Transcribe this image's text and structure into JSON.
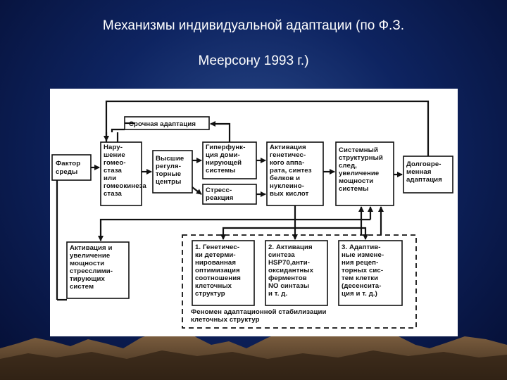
{
  "title_line1": "Механизмы индивидуальной адаптации (по Ф.З.",
  "title_line2": "Меерсону 1993 г.)",
  "diagram": {
    "urgent": [
      "Срочная адаптация"
    ],
    "factor": [
      "Фактор",
      "среды"
    ],
    "violation": [
      "Нару-",
      "шение",
      "гомео-",
      "стаза",
      "или",
      "гомеокинеза",
      "стаза"
    ],
    "higher": [
      "Высшие",
      "регуля-",
      "торные",
      "центры"
    ],
    "hyperfunc": [
      "Гиперфунк-",
      "ция доми-",
      "нирующей",
      "системы"
    ],
    "stress": [
      "Стресс-",
      "реакция"
    ],
    "activation": [
      "Активация",
      "генетичес-",
      "кого аппа-",
      "рата, синтез",
      "белков и",
      "нуклеино-",
      "вых кислот"
    ],
    "systemic": [
      "Системный",
      "структурный",
      "след,",
      "увеличение",
      "мощности",
      "системы"
    ],
    "longterm": [
      "Долговре-",
      "менная",
      "адаптация"
    ],
    "act_stress": [
      "Активация и",
      "увеличение",
      "мощности",
      "стресслими-",
      "тирующих",
      "систем"
    ],
    "gen": [
      "1. Генетичес-",
      "ки детерми-",
      "нированная",
      "оптимизация",
      "соотношения",
      "клеточных",
      "структур"
    ],
    "hsp": [
      "2. Активация",
      "синтеза",
      "HSP70,анти-",
      "оксидантных",
      "ферментов",
      "NO синтазы",
      "и т. д."
    ],
    "adapt": [
      "3. Адаптив-",
      "ные измене-",
      "ния рецеп-",
      "торных сис-",
      "тем клетки",
      "(десенсита-",
      "ция и т. д.)"
    ],
    "phenomenon": [
      "Феномен адаптационной стабилизации",
      "клеточных структур"
    ]
  },
  "colors": {
    "title": "#ffffff",
    "background": "#0e2461",
    "panel": "#ffffff",
    "ink": "#111111"
  }
}
